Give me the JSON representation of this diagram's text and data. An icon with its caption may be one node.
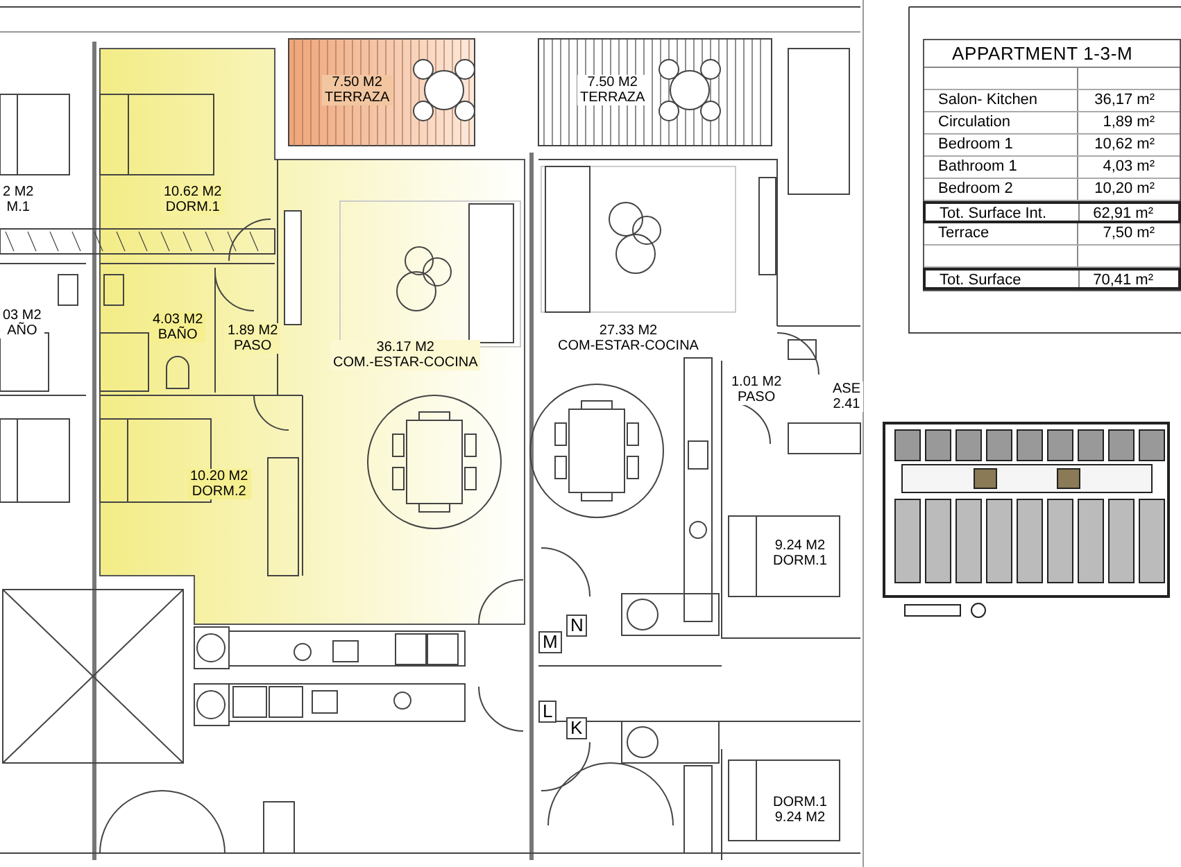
{
  "diagram": {
    "nodes": [
      {
        "text": [
          "7.50 M2",
          "TERRAZA"
        ]
      },
      {
        "text": [
          "7.50 M2",
          "TERRAZA"
        ]
      },
      {
        "text": [
          "2 M2",
          "M.1"
        ]
      },
      {
        "text": [
          "10.62 M2",
          "DORM.1"
        ]
      },
      {
        "text": [
          "03 M2",
          "AÑO"
        ]
      },
      {
        "text": [
          "4.03 M2",
          "BAÑO"
        ]
      },
      {
        "text": [
          "1.89 M2",
          "PASO"
        ]
      },
      {
        "text": [
          "36.17 M2",
          "COM.-ESTAR-COCINA"
        ]
      },
      {
        "text": [
          "27.33 M2",
          "COM-ESTAR-COCINA"
        ]
      },
      {
        "text": [
          "1.01 M2",
          "PASO"
        ]
      },
      {
        "text": [
          "ASE",
          "2.41"
        ]
      },
      {
        "text": [
          "10.20 M2",
          "DORM.2"
        ]
      },
      {
        "text": [
          "9.24 M2",
          "DORM.1"
        ]
      },
      {
        "text": [
          "DORM.1",
          "9.24 M2"
        ]
      }
    ],
    "labels": [
      "APPARTMENT 1-3-M",
      "Salon- Kitchen",
      "36,17 m²",
      "Circulation",
      "1,89 m²",
      "Bedroom 1",
      "10,62 m²",
      "Bathroom 1",
      "4,03 m²",
      "Bedroom 2",
      "10,20 m²",
      "Tot. Surface Int.",
      "62,91 m²",
      "Terrace",
      "7,50 m²",
      "Tot. Surface",
      "70,41 m²",
      "N",
      "M",
      "L",
      "K"
    ]
  }
}
